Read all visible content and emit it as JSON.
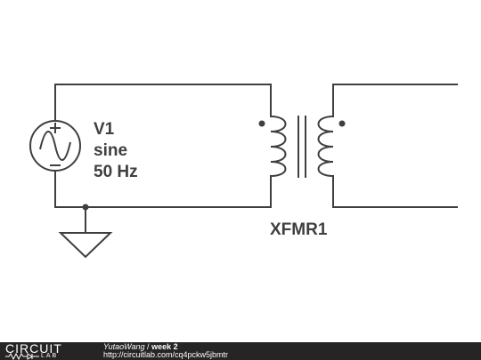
{
  "schematic": {
    "source": {
      "name": "V1",
      "type": "sine",
      "frequency": "50 Hz"
    },
    "transformer": {
      "name": "XFMR1"
    },
    "colors": {
      "wire": "#3f3f3f",
      "background": "#ffffff"
    }
  },
  "footer": {
    "logo_top": "CIRCUIT",
    "logo_bottom": "LAB",
    "user": "YutaoWang",
    "separator": " / ",
    "title": "week 2",
    "url": "http://circuitlab.com/cq4pckw5jbmtr",
    "background": "#252525"
  }
}
